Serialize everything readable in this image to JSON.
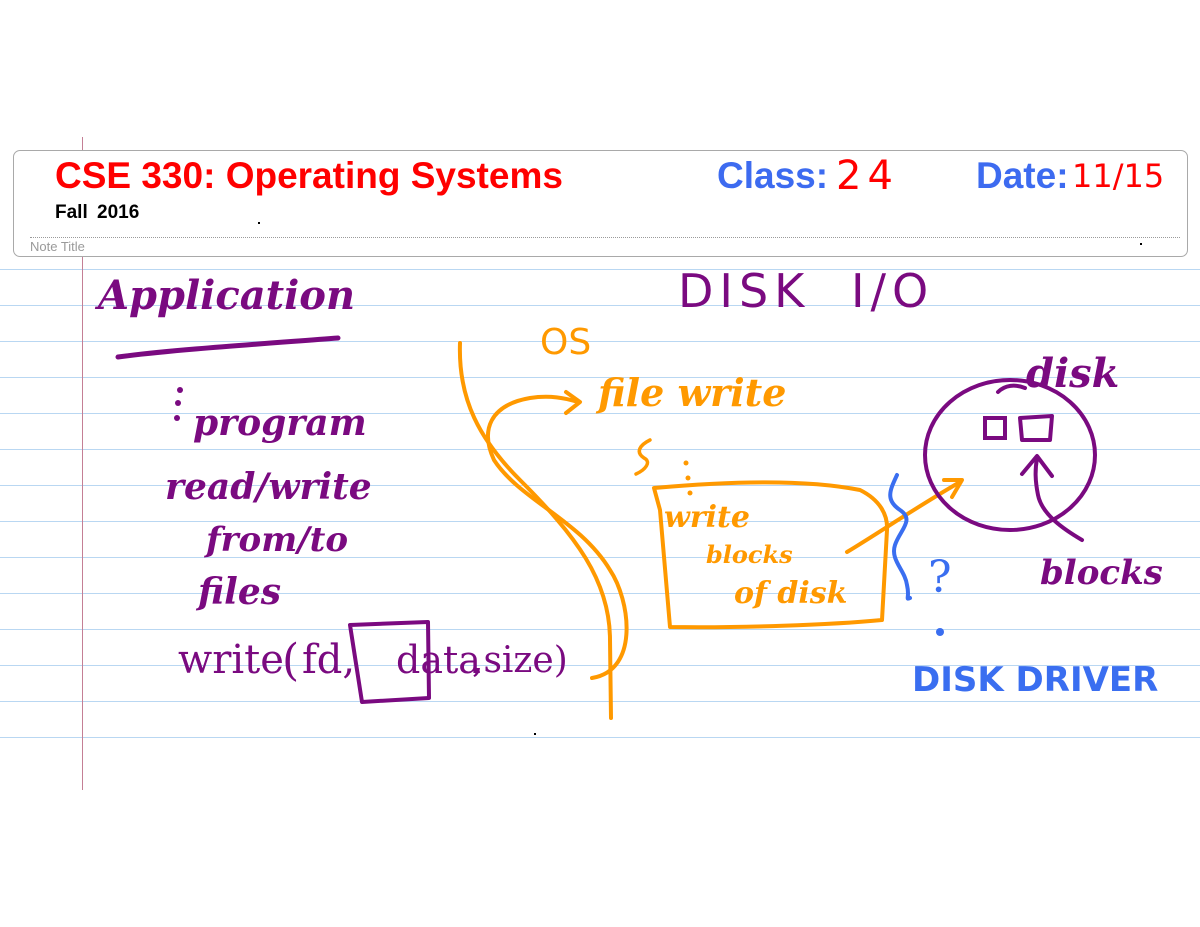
{
  "header": {
    "course_title": "CSE 330: Operating Systems",
    "term": "Fall  2016",
    "class_label": "Class:",
    "class_number": "24",
    "date_label": "Date:",
    "date_value": "11/15",
    "note_title_placeholder": "Note Title"
  },
  "colors": {
    "title_red": "#ff0000",
    "label_blue": "#3d6bf0",
    "ink_purple": "#7a0a80",
    "ink_orange": "#ff9900",
    "ink_blue": "#3a6ef0",
    "ink_red": "#ff0000",
    "ruled_line": "#b9d7f2",
    "margin_line": "#c47f95"
  },
  "notes": {
    "heading_application": "Application",
    "program_line": "program",
    "read_write_line": "read/write",
    "from_to_line": "from/to",
    "files_line": "files",
    "write_call": {
      "func": "write",
      "open_paren": "(",
      "arg_fd": "fd,",
      "arg_data": "data",
      "arg_size": ",size)"
    },
    "disk_io_title": "DISK I/O",
    "os_label": "OS",
    "file_write_label": "file write",
    "os_box": {
      "line1": "write",
      "line2": "blocks",
      "line3": "of disk"
    },
    "question_mark": "?",
    "disk_label": "disk",
    "blocks_label": "blocks",
    "disk_driver_label": "DISK DRIVER"
  }
}
